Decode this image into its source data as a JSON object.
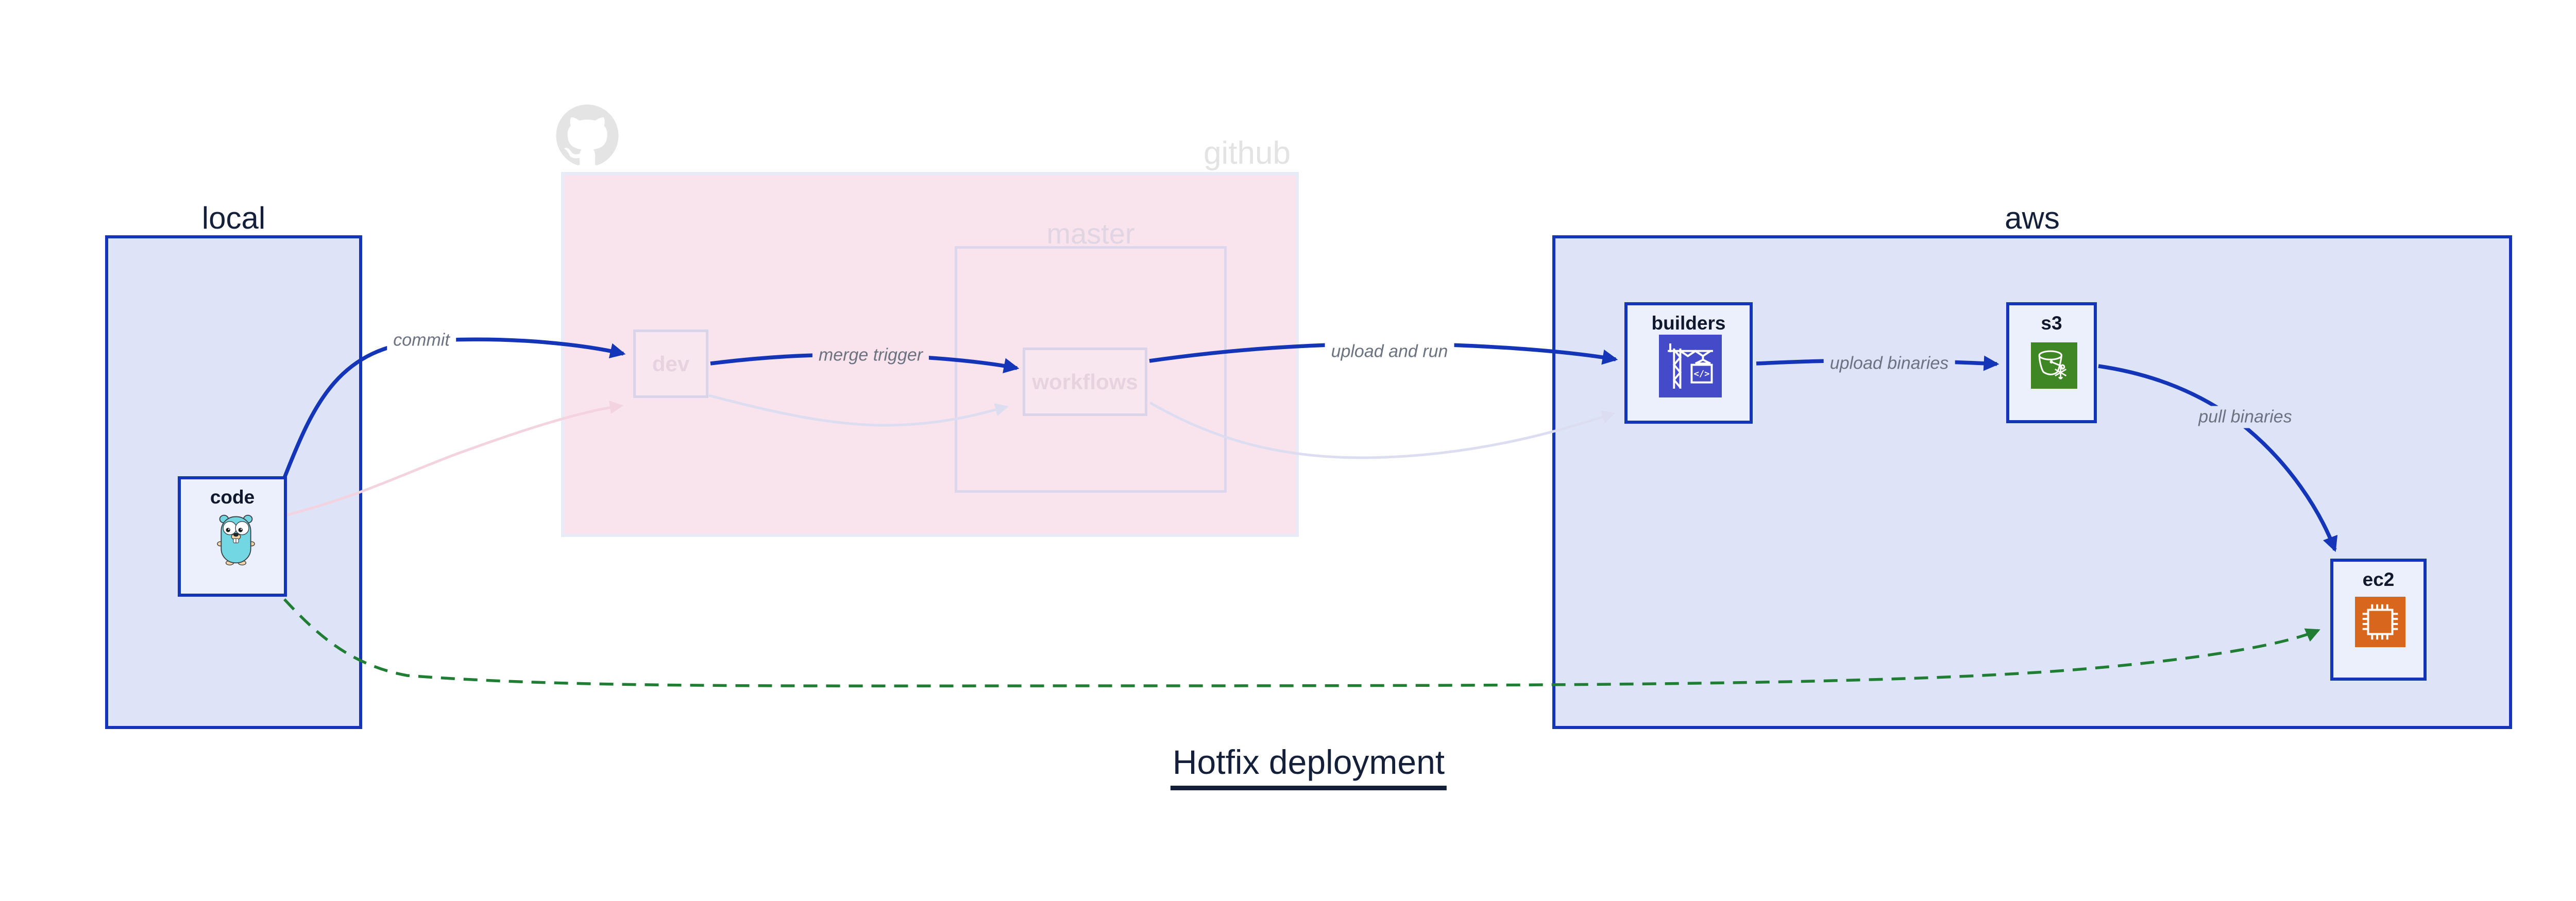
{
  "title": "Hotfix deployment",
  "clusters": {
    "local": {
      "label": "local"
    },
    "github": {
      "label": "github",
      "watermark_icon": "github-octocat-icon"
    },
    "master": {
      "label": "master"
    },
    "aws": {
      "label": "aws"
    }
  },
  "nodes": {
    "code": {
      "label": "code",
      "icon": "go-gopher-icon",
      "cluster": "local"
    },
    "dev": {
      "label": "dev",
      "cluster": "github",
      "faded": true
    },
    "workflows": {
      "label": "workflows",
      "cluster": "github.master",
      "faded": true
    },
    "builders": {
      "label": "builders",
      "icon": "aws-codebuild-icon",
      "cluster": "aws"
    },
    "s3": {
      "label": "s3",
      "icon": "aws-s3-bucket-icon",
      "cluster": "aws"
    },
    "ec2": {
      "label": "ec2",
      "icon": "aws-ec2-chip-icon",
      "cluster": "aws"
    }
  },
  "edges": {
    "commit": {
      "from": "code",
      "to": "dev",
      "label": "commit",
      "style": "blue-solid"
    },
    "merge_trigger": {
      "from": "dev",
      "to": "workflows",
      "label": "merge trigger",
      "style": "blue-solid"
    },
    "upload_and_run": {
      "from": "workflows",
      "to": "builders",
      "label": "upload and run",
      "style": "blue-solid"
    },
    "upload_binaries": {
      "from": "builders",
      "to": "s3",
      "label": "upload binaries",
      "style": "blue-solid"
    },
    "pull_binaries": {
      "from": "s3",
      "to": "ec2",
      "label": "pull binaries",
      "style": "blue-solid"
    },
    "hotfix_push": {
      "from": "code",
      "to": "ec2",
      "label": "",
      "style": "green-dashed"
    },
    "faded_code_dev": {
      "from": "code",
      "to": "dev",
      "label": "",
      "style": "faded-pink"
    },
    "faded_dev_workflows": {
      "from": "dev",
      "to": "workflows",
      "label": "",
      "style": "faded-lavender"
    },
    "faded_workflows_builders": {
      "from": "workflows",
      "to": "builders",
      "label": "",
      "style": "faded-lavender"
    }
  },
  "colors": {
    "edge_blue": "#1435b8",
    "edge_green": "#1f7d34",
    "edge_faded_pink": "#f3d3df",
    "edge_faded_lavender": "#dcddf1",
    "cluster_blue_fill": "#dee4f8",
    "node_fill": "#eceffc",
    "github_pink_fill": "#f9e3ec",
    "faded_border": "#d9d4e9",
    "watermark_gray": "#e4e4e4",
    "text_dark": "#14203a",
    "edge_label_gray": "#6b7380",
    "codebuild_indigo": "#444bc9",
    "s3_green": "#3f8624",
    "ec2_orange": "#d9661d"
  }
}
